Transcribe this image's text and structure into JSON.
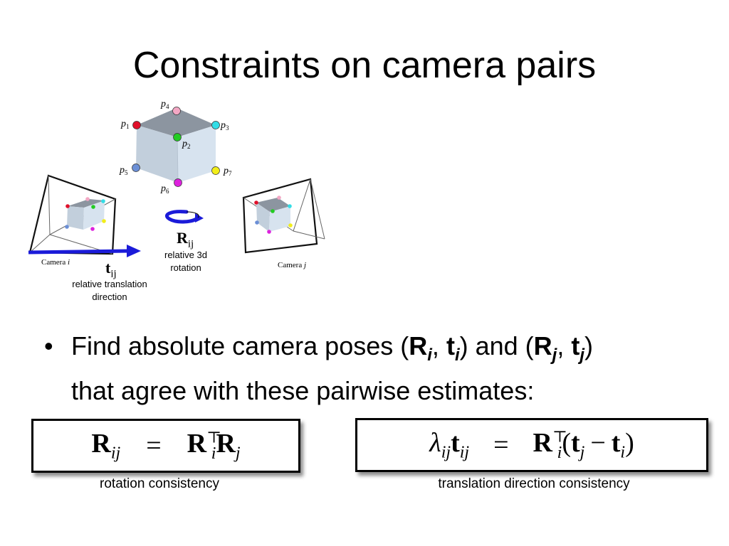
{
  "slide": {
    "title": "Constraints on camera pairs"
  },
  "figure": {
    "points": [
      "p",
      "p",
      "p",
      "p",
      "p",
      "p",
      "p"
    ],
    "point_subs": [
      "4",
      "1",
      "3",
      "2",
      "5",
      "7",
      "6"
    ],
    "camera_i_label": "Camera",
    "camera_i_var": "i",
    "camera_j_label": "Camera",
    "camera_j_var": "j",
    "rotation_symbol": "R",
    "rotation_sub": "ij",
    "rotation_caption_1": "relative 3d",
    "rotation_caption_2": "rotation",
    "translation_symbol": "t",
    "translation_sub": "ij",
    "translation_caption_1": "relative translation",
    "translation_caption_2": "direction"
  },
  "bullet": {
    "part1": "Find absolute camera poses (",
    "R": "R",
    "i": "i",
    "comma": ", ",
    "t": "t",
    "part2": ") and (",
    "j": "j",
    "part3": ")",
    "part4": "that agree with these pairwise estimates:"
  },
  "equations": {
    "rotation": {
      "lhs": "R",
      "lhs_sub": "ij",
      "eq": "=",
      "r1": "R",
      "r1_sub": "i",
      "transpose": "⊤",
      "r2": "R",
      "r2_sub": "j",
      "caption": "rotation consistency"
    },
    "translation": {
      "lambda": "λ",
      "lambda_sub": "ij",
      "t": "t",
      "t_sub": "ij",
      "eq": "=",
      "r": "R",
      "r_sub": "i",
      "transpose": "⊤",
      "open": "(",
      "tj": "t",
      "tj_sub": "j",
      "minus": "−",
      "ti": "t",
      "ti_sub": "i",
      "close": ")",
      "caption": "translation direction consistency"
    }
  },
  "colors": {
    "red": "#e0102a",
    "green": "#22cc22",
    "cyan": "#33dde6",
    "pink": "#f3a7c4",
    "blue": "#6b8fd6",
    "yellow": "#f2ee1a",
    "magenta": "#dd22dd",
    "cube_top": "#8c95a0",
    "cube_left": "#c2cfdc",
    "cube_right": "#d7e3ef",
    "arrow_blue": "#1b1bd9"
  }
}
